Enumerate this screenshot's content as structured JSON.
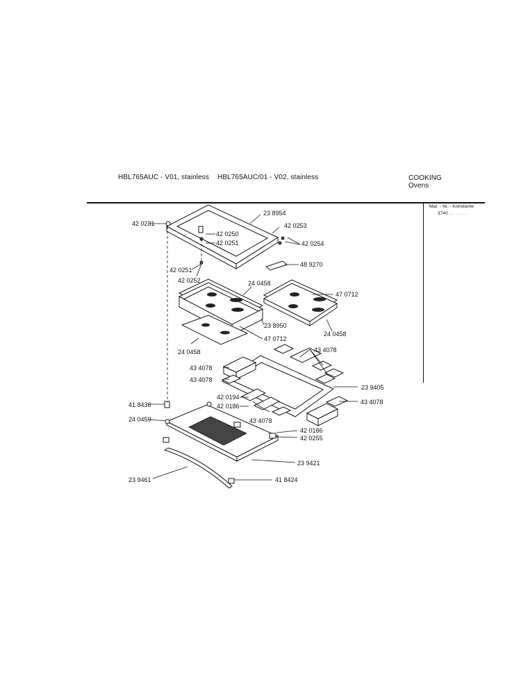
{
  "header": {
    "model_1": "HBL765AUC - V01, stainless",
    "model_2": "HBL765AUC/01 - V02, stainless",
    "category": "COOKING",
    "subcategory": "Ovens",
    "mat_label": "Mat. - Nr. - Konstante",
    "mat_value": "3740 . .   . . . ."
  },
  "part_labels": [
    "23 8954",
    "42 0231",
    "42 0253",
    "42 0250",
    "42 0251",
    "42 0254",
    "48 9270",
    "42 0251",
    "42 0252",
    "24 0458",
    "47 0712",
    "23 8950",
    "24 0458",
    "47 0712",
    "24 0458",
    "43 4078",
    "43 4078",
    "43 4078",
    "23 9405",
    "42 0194",
    "42 0186",
    "41 8436",
    "43 4078",
    "43 4078",
    "24 0459",
    "42 0186",
    "42 0255",
    "23 9421",
    "23 9461",
    "41 8424"
  ]
}
